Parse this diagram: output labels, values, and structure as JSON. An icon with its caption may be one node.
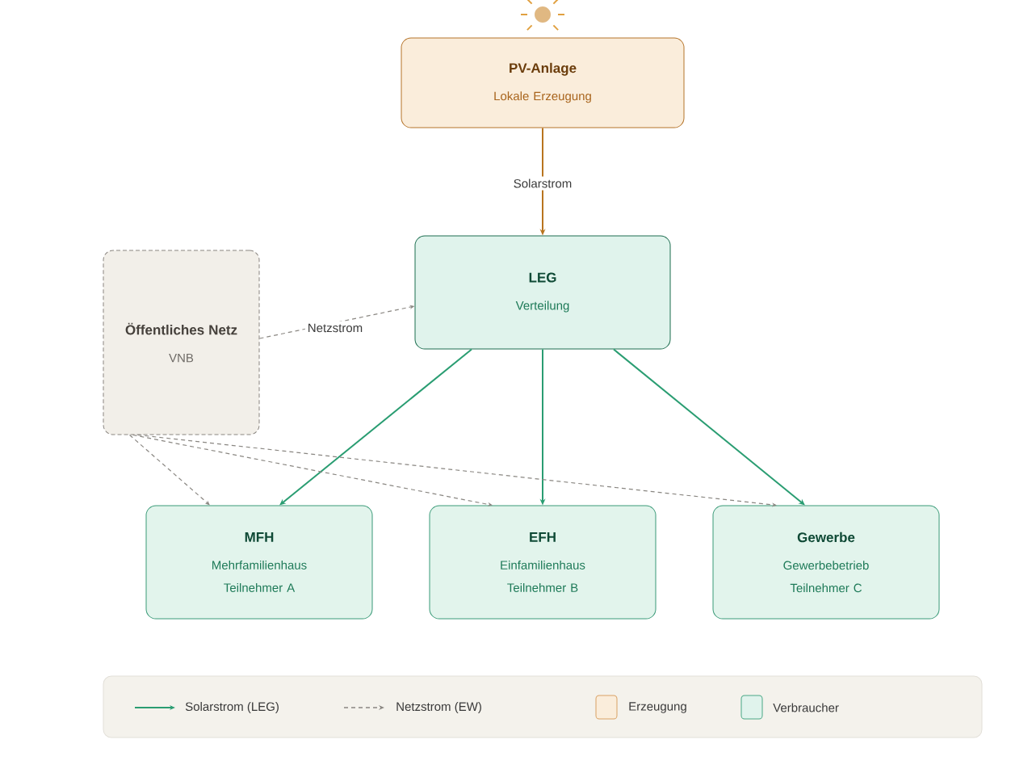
{
  "diagram": {
    "nodes": [
      {
        "text": [
          "PV-Anlage",
          "Lokale Erzeugung"
        ]
      },
      {
        "text": [
          "LEG",
          "Verteilung"
        ]
      },
      {
        "text": [
          "Öffentliches Netz",
          "VNB"
        ]
      },
      {
        "text": [
          "MFH",
          "Mehrfamilienhaus",
          "Teilnehmer A"
        ]
      },
      {
        "text": [
          "EFH",
          "Einfamilienhaus",
          "Teilnehmer B"
        ]
      },
      {
        "text": [
          "Gewerbe",
          "Gewerbebetrieb",
          "Teilnehmer C"
        ]
      }
    ],
    "edges": [
      {
        "from": 0,
        "to": 1,
        "arrow": "to",
        "label": "Solarstrom",
        "color": "#b8741f"
      },
      {
        "from": 2,
        "to": 1,
        "arrow": "to",
        "label": "Netzstrom",
        "style": "dashed"
      },
      {
        "from": 1,
        "to": 3,
        "arrow": "to",
        "color": "#2a9d72"
      },
      {
        "from": 1,
        "to": 4,
        "arrow": "to",
        "color": "#2a9d72"
      },
      {
        "from": 1,
        "to": 5,
        "arrow": "to",
        "color": "#2a9d72"
      },
      {
        "from": 2,
        "to": 3,
        "arrow": "to",
        "style": "dashed"
      },
      {
        "from": 2,
        "to": 4,
        "arrow": "to",
        "style": "dashed"
      },
      {
        "from": 2,
        "to": 5,
        "arrow": "to",
        "style": "dashed"
      }
    ],
    "legend": [
      {
        "text": "Solarstrom (LEG)"
      },
      {
        "text": "Netzstrom (EW)"
      },
      {
        "text": "Erzeugung",
        "color": "#faeddb"
      },
      {
        "text": "Verbraucher",
        "color": "#e0f3ec"
      }
    ]
  }
}
